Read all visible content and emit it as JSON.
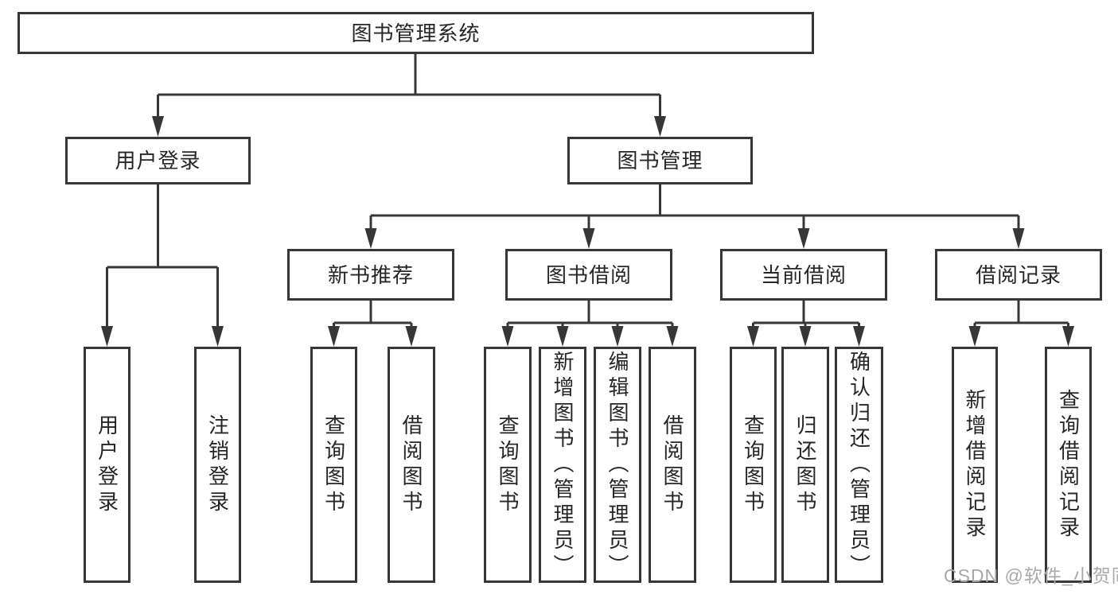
{
  "diagram": {
    "tree": {
      "label": "图书管理系统",
      "children": [
        {
          "label": "用户登录",
          "children": [
            {
              "label": "用户登录"
            },
            {
              "label": "注销登录"
            }
          ]
        },
        {
          "label": "图书管理",
          "children": [
            {
              "label": "新书推荐",
              "children": [
                {
                  "label": "查询图书"
                },
                {
                  "label": "借阅图书"
                }
              ]
            },
            {
              "label": "图书借阅",
              "children": [
                {
                  "label": "查询图书"
                },
                {
                  "label": "新增图书（管理员）"
                },
                {
                  "label": "编辑图书（管理员）"
                },
                {
                  "label": "借阅图书"
                }
              ]
            },
            {
              "label": "当前借阅",
              "children": [
                {
                  "label": "查询图书"
                },
                {
                  "label": "归还图书"
                },
                {
                  "label": "确认归还（管理员）"
                }
              ]
            },
            {
              "label": "借阅记录",
              "children": [
                {
                  "label": "新增借阅记录"
                },
                {
                  "label": "查询借阅记录"
                }
              ]
            }
          ]
        }
      ]
    },
    "colors": {
      "line": "#373737",
      "text": "#262626",
      "watermark_text": "#a8a8a8",
      "background": "#ffffff"
    }
  },
  "watermark": "CSDN @软件_小贺同学"
}
